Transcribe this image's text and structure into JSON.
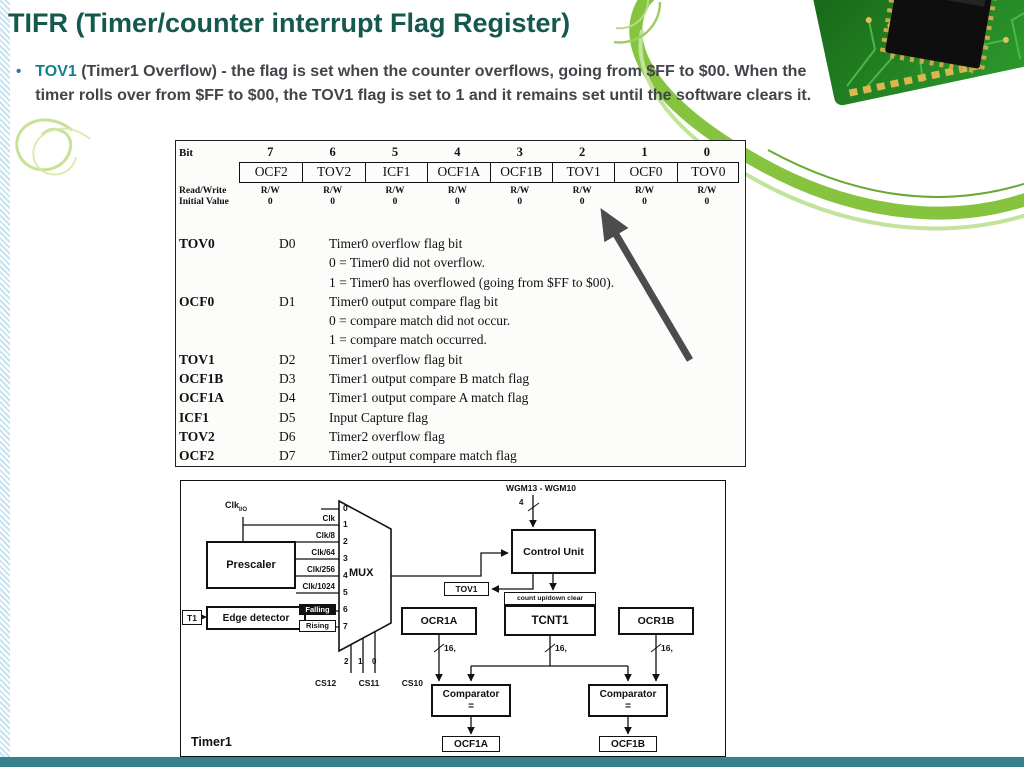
{
  "slide": {
    "title": "TIFR (Timer/counter interrupt  Flag Register)",
    "bullet_marker": "•",
    "bullet": {
      "term": "TOV1",
      "text": "(Timer1 Overflow) -  the flag is set when the counter overflows, going from $FF to $00. When the timer rolls over from $FF to $00, the TOV1 flag is set to 1 and it remains set until the software clears it."
    }
  },
  "register_table": {
    "bit_label": "Bit",
    "bit_numbers": [
      "7",
      "6",
      "5",
      "4",
      "3",
      "2",
      "1",
      "0"
    ],
    "registers": [
      "OCF2",
      "TOV2",
      "ICF1",
      "OCF1A",
      "OCF1B",
      "TOV1",
      "OCF0",
      "TOV0"
    ],
    "read_write_label": "Read/Write",
    "initial_value_label": "Initial Value",
    "read_write_values": [
      "R/W",
      "R/W",
      "R/W",
      "R/W",
      "R/W",
      "R/W",
      "R/W",
      "R/W"
    ],
    "initial_values": [
      "0",
      "0",
      "0",
      "0",
      "0",
      "0",
      "0",
      "0"
    ],
    "descriptions": [
      {
        "name": "TOV0",
        "bit": "D0",
        "lines": [
          "Timer0 overflow flag bit",
          "0 = Timer0 did not overflow.",
          "1 = Timer0 has overflowed (going from $FF to $00)."
        ]
      },
      {
        "name": "OCF0",
        "bit": "D1",
        "lines": [
          "Timer0 output compare flag bit",
          "0 = compare match did not occur.",
          "1 = compare match occurred."
        ]
      },
      {
        "name": "TOV1",
        "bit": "D2",
        "lines": [
          "Timer1 overflow flag bit"
        ]
      },
      {
        "name": "OCF1B",
        "bit": "D3",
        "lines": [
          "Timer1 output compare B match flag"
        ]
      },
      {
        "name": "OCF1A",
        "bit": "D4",
        "lines": [
          "Timer1 output compare A match flag"
        ]
      },
      {
        "name": "ICF1",
        "bit": "D5",
        "lines": [
          "Input Capture flag"
        ]
      },
      {
        "name": "TOV2",
        "bit": "D6",
        "lines": [
          "Timer2 overflow flag"
        ]
      },
      {
        "name": "OCF2",
        "bit": "D7",
        "lines": [
          "Timer2 output compare match flag"
        ]
      }
    ]
  },
  "diagram": {
    "clk_io_label": "Clk",
    "clk_io_sub": "I/O",
    "prescaler_label": "Prescaler",
    "t1_label": "T1",
    "edge_detector_label": "Edge detector",
    "mux_label": "MUX",
    "mux_input_numbers": [
      "0",
      "1",
      "2",
      "3",
      "4",
      "5",
      "6",
      "7"
    ],
    "mux_input_labels": [
      "Clk",
      "Clk/8",
      "Clk/64",
      "Clk/256",
      "Clk/1024"
    ],
    "falling_label": "Falling",
    "rising_label": "Rising",
    "mux_select_numbers": [
      "2",
      "1",
      "0"
    ],
    "cs_labels": [
      "CS12",
      "CS11",
      "CS10"
    ],
    "wgm_label": "WGM13 - WGM10",
    "wgm_bus_width": "4",
    "control_unit_label": "Control Unit",
    "tov1_label": "TOV1",
    "count_label": "count up/down clear",
    "tcnt1_label": "TCNT1",
    "ocr1a_label": "OCR1A",
    "ocr1b_label": "OCR1B",
    "bus_width": "16,",
    "comparator_label": "Comparator",
    "comparator_eq": "=",
    "ocf1a_label": "OCF1A",
    "ocf1b_label": "OCF1B",
    "timer1_label": "Timer1"
  },
  "colors": {
    "title": "#14584e",
    "term": "#15808d",
    "accent_green": "#86c440",
    "bottom_bar": "#37808e"
  }
}
